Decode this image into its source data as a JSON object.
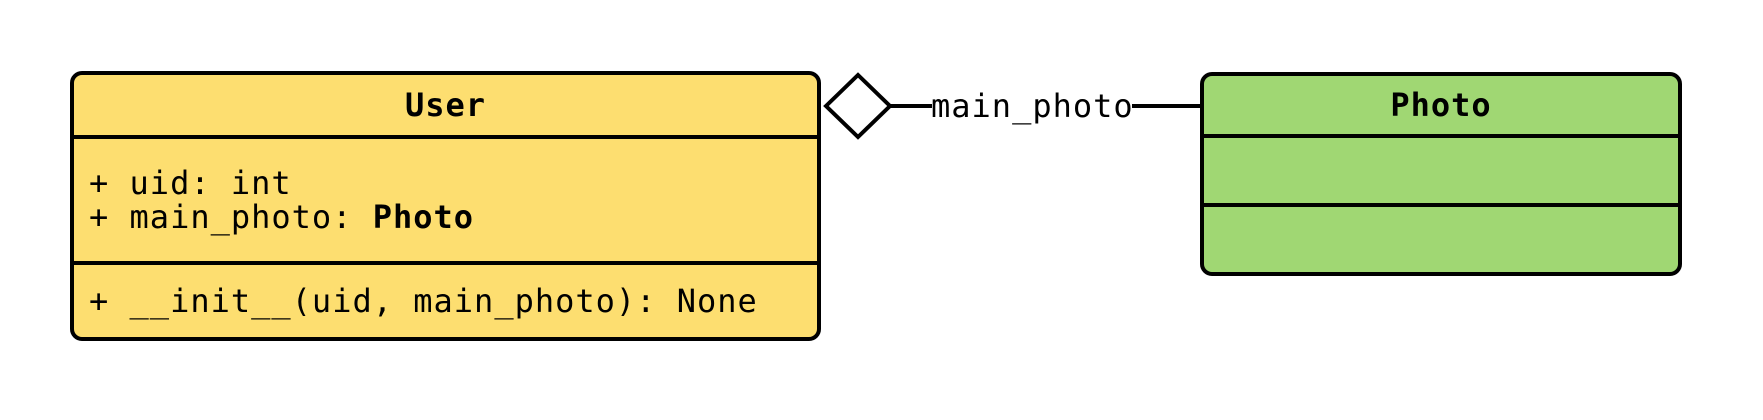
{
  "diagram": {
    "classes": {
      "user": {
        "name": "User",
        "attributes": [
          {
            "text": "+ uid: int",
            "bold_type": ""
          },
          {
            "text": "+ main_photo: ",
            "bold_type": "Photo"
          }
        ],
        "methods": [
          {
            "text": "+ __init__(uid, main_photo): None"
          }
        ]
      },
      "photo": {
        "name": "Photo",
        "attributes": [],
        "methods": []
      }
    },
    "relationship": {
      "type": "aggregation",
      "from": "User",
      "to": "Photo",
      "label": "main_photo"
    },
    "colors": {
      "user_fill": "#FDDE70",
      "photo_fill": "#A0D773",
      "diamond_fill": "#FFFFFF",
      "stroke": "#000000",
      "background": "#FFFFFF"
    }
  }
}
